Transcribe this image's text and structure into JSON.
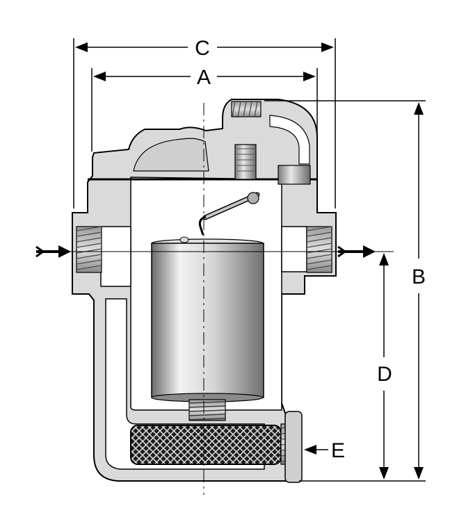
{
  "labels": {
    "a": "A",
    "b": "B",
    "c": "C",
    "d": "D",
    "e": "E"
  },
  "colors": {
    "body_light": "#dadada",
    "body_mid": "#c8c8c8",
    "outline": "#000000",
    "screen_dark": "#2a2a2a",
    "bucket_light": "#f4f4f4",
    "bucket_dark": "#5a5a5a"
  }
}
